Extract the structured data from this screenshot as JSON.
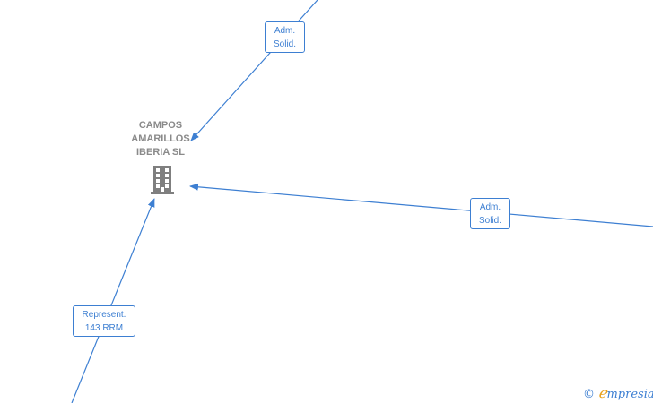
{
  "company": {
    "name": "CAMPOS\nAMARILLOS\nIBERIA  SL",
    "icon": "building-icon"
  },
  "edges": [
    {
      "id": "edge-top",
      "label_line1": "Adm.",
      "label_line2": "Solid."
    },
    {
      "id": "edge-right",
      "label_line1": "Adm.",
      "label_line2": "Solid."
    },
    {
      "id": "edge-bottom",
      "label_line1": "Represent.",
      "label_line2": "143 RRM"
    }
  ],
  "watermark": {
    "symbol": "©",
    "e_letter": "ℯ",
    "text": "mpresia"
  },
  "colors": {
    "edge": "#3d7fd2",
    "node_text": "#8a8a8a",
    "icon": "#7f7f7f",
    "accent": "#e8a11c"
  }
}
